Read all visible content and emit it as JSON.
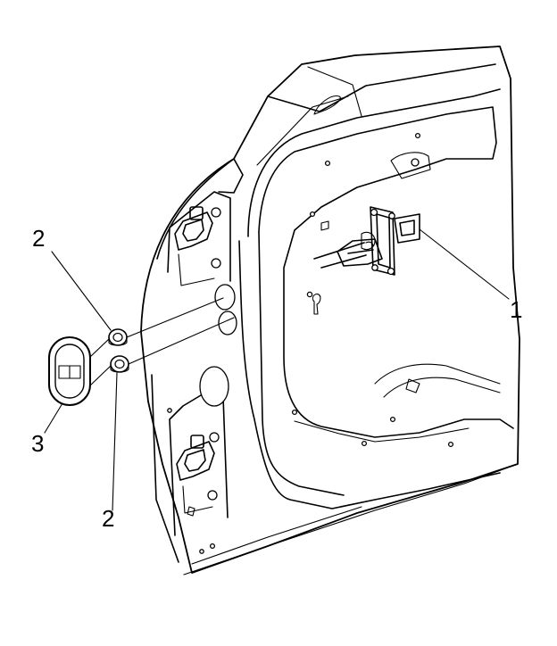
{
  "callouts": {
    "c1": "1",
    "c2_top": "2",
    "c2_bottom": "2",
    "c3": "3"
  },
  "colors": {
    "line": "#000000",
    "background": "#ffffff"
  }
}
